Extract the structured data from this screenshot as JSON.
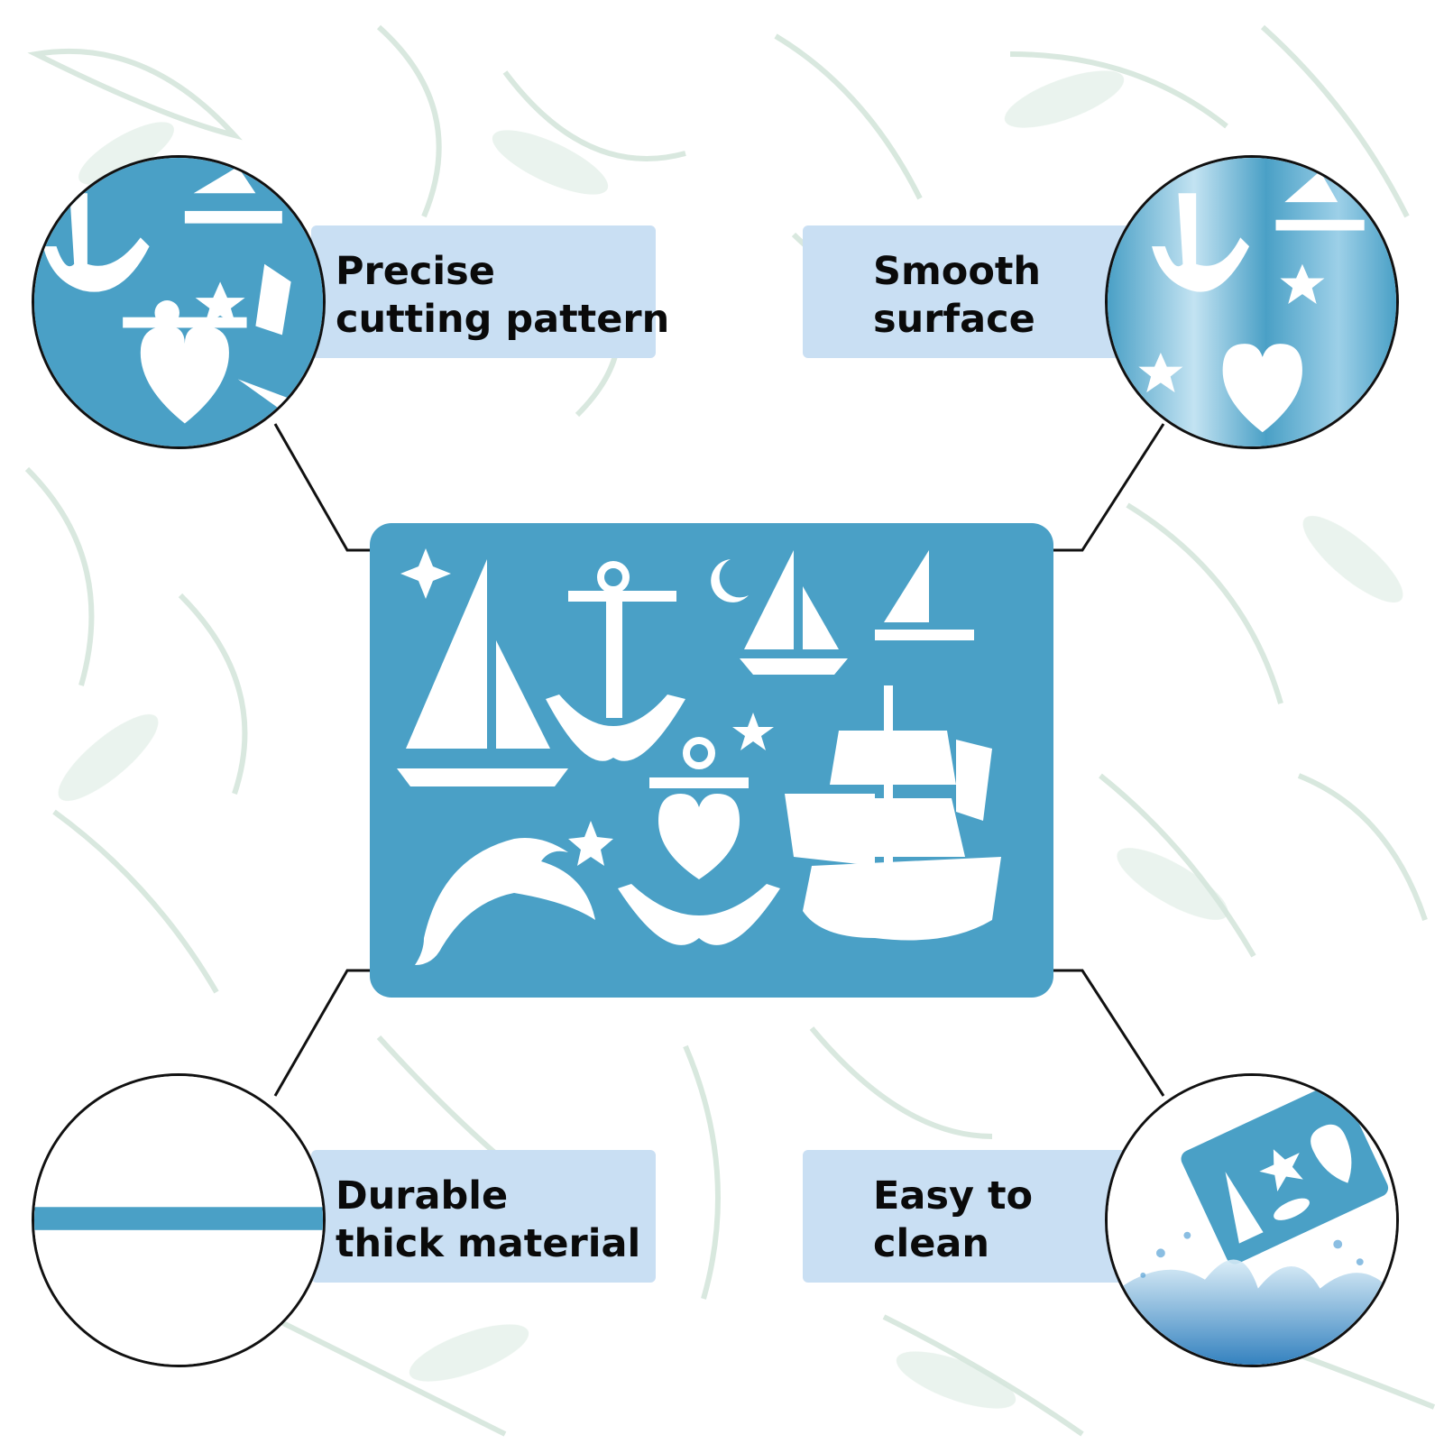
{
  "colors": {
    "stencil_blue": "#4aa0c6",
    "label_bg": "#c9dff3",
    "leaf_green": "#b9d6c4",
    "line_black": "#111111"
  },
  "features": {
    "top_left": {
      "line1": "Precise",
      "line2": "cutting pattern",
      "icon": "stencil-closeup"
    },
    "top_right": {
      "line1": "Smooth",
      "line2": "surface",
      "icon": "glossy-stencil"
    },
    "bottom_left": {
      "line1": "Durable",
      "line2": "thick material",
      "icon": "thickness-cross-section"
    },
    "bottom_right": {
      "line1": "Easy to",
      "line2": "clean",
      "icon": "water-splash"
    }
  },
  "stencil": {
    "shapes": [
      "star-icon",
      "sailboat-icon",
      "anchor-icon",
      "moon-icon",
      "sailboat-icon",
      "moon-icon",
      "sailboat-icon",
      "star-icon",
      "anchor-heart-icon",
      "pirate-ship-icon",
      "dolphin-icon",
      "star-icon"
    ]
  }
}
